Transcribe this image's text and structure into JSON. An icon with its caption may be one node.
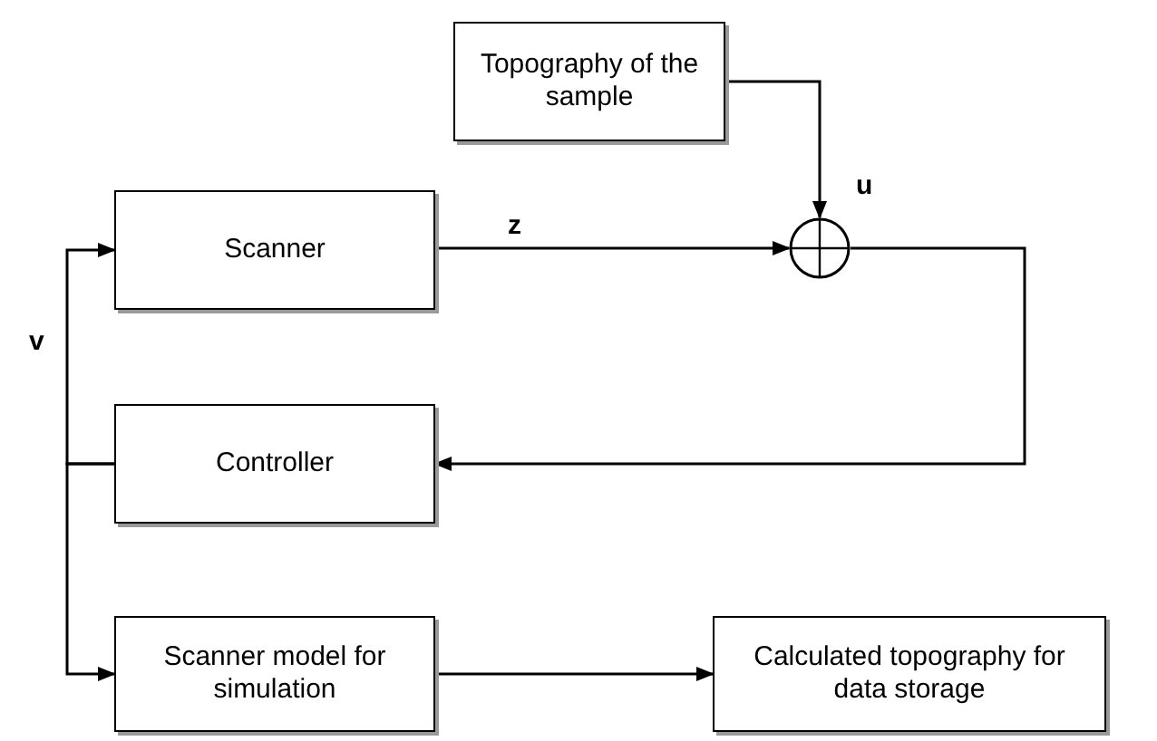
{
  "diagram": {
    "nodes": [
      {
        "text": [
          "Topography of the sample"
        ]
      },
      {
        "text": [
          "Scanner"
        ]
      },
      {
        "text": [],
        "shape": "circle"
      },
      {
        "text": [
          "Controller"
        ]
      },
      {
        "text": [
          "Scanner model for simulation"
        ]
      },
      {
        "text": [
          "Calculated topography for data storage"
        ]
      }
    ],
    "edges": [
      {
        "from": 0,
        "to": 2,
        "arrow": "to",
        "label": "u"
      },
      {
        "from": 1,
        "to": 2,
        "arrow": "to",
        "label": "z"
      },
      {
        "from": 2,
        "to": 3,
        "arrow": "to"
      },
      {
        "from": 3,
        "to": 1,
        "arrow": "to"
      },
      {
        "from": 3,
        "to": 4,
        "arrow": "to"
      },
      {
        "from": 4,
        "to": 5,
        "arrow": "to"
      }
    ],
    "labels": [
      "v"
    ]
  }
}
